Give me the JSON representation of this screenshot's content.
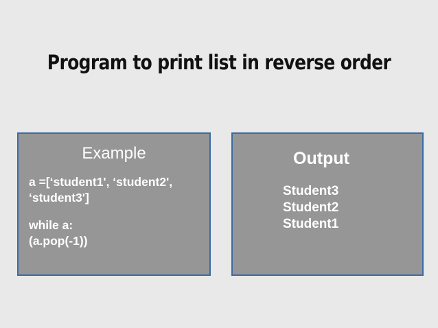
{
  "slide": {
    "title": "Program to print list in reverse order",
    "background_color": "#e9e9e9",
    "title_color": "#111111"
  },
  "panels": {
    "example": {
      "heading": "Example",
      "fill_color": "#969696",
      "border_color": "#3a6ba5",
      "text_color": "#ffffff",
      "code_group_1": {
        "line_1": "a =[‘student1', ‘student2',",
        "line_2": "‘student3']"
      },
      "code_group_2": {
        "line_1": "while a:",
        "line_2": "(a.pop(-1))"
      }
    },
    "output": {
      "heading": "Output",
      "fill_color": "#969696",
      "border_color": "#3a6ba5",
      "text_color": "#ffffff",
      "lines": [
        "Student3",
        "Student2",
        "Student1"
      ]
    }
  }
}
